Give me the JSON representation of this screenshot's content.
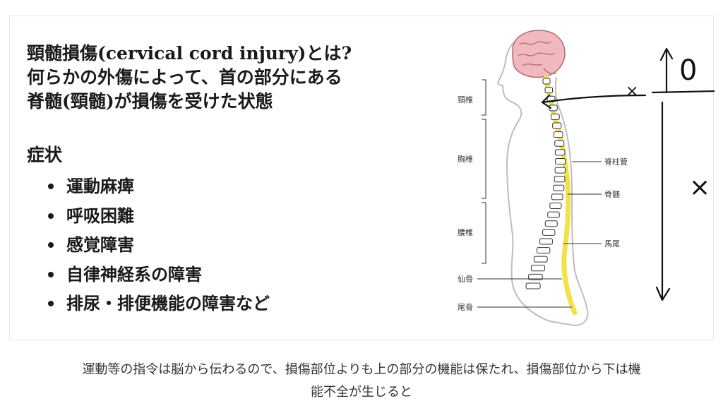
{
  "slide": {
    "title_lines": [
      "頸髄損傷(cervical cord injury)とは?",
      "何らかの外傷によって、首の部分にある",
      "脊髄(頸髄)が損傷を受けた状態"
    ],
    "symptoms_heading": "症状",
    "symptoms": [
      "運動麻痺",
      "呼吸困難",
      "感覚障害",
      "自律神経系の障害",
      "排尿・排便機能の障害など"
    ]
  },
  "figure": {
    "labels": {
      "cervical": "頸椎",
      "thoracic": "胸椎",
      "lumbar": "腰椎",
      "sacrum": "仙骨",
      "coccyx": "尾骨",
      "spinal_canal": "脊柱管",
      "spinal_cord": "脊髄",
      "cauda_equina": "馬尾"
    },
    "colors": {
      "brain": "#f2b8bf",
      "cord": "#f2e24a",
      "outline": "#bdbdbd",
      "bone": "#333333"
    }
  },
  "annotations": {
    "mark_upper": "×",
    "mark_value": "0",
    "mark_lower": "×"
  },
  "caption": {
    "line1": "運動等の指令は脳から伝わるので、損傷部位よりも上の部分の機能は保たれ、損傷部位から下は機",
    "line2": "能不全が生じると"
  }
}
